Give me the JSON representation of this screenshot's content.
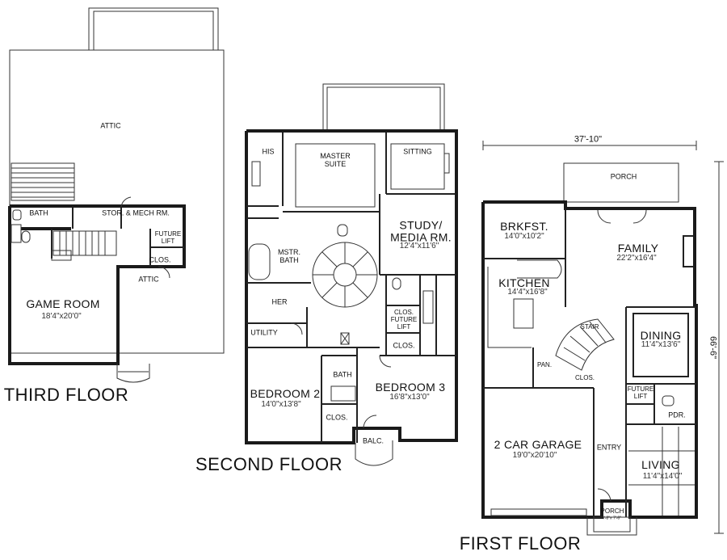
{
  "floors": {
    "third": {
      "title": "THIRD FLOOR",
      "rooms": {
        "attic_main": "ATTIC",
        "bath": "BATH",
        "stor_mech": "STOR. & MECH RM.",
        "future_lift": "FUTURE\nLIFT",
        "clos": "CLOS.",
        "attic_small": "ATTIC",
        "game_room": {
          "name": "GAME ROOM",
          "dims": "18'4\"x20'0\""
        }
      }
    },
    "second": {
      "title": "SECOND FLOOR",
      "rooms": {
        "his": "HIS",
        "master_suite": "MASTER\nSUITE",
        "sitting": "SITTING",
        "study": {
          "name": "STUDY/\nMEDIA RM.",
          "dims": "12'4\"x11'6\""
        },
        "mstr_bath": "MSTR.\nBATH",
        "her": "HER",
        "utility": "UTILITY",
        "clos_future": "CLOS.\nFUTURE\nLIFT",
        "clos_a": "CLOS.",
        "bath": "BATH",
        "bedroom2": {
          "name": "BEDROOM 2",
          "dims": "14'0\"x13'8\""
        },
        "bedroom3": {
          "name": "BEDROOM 3",
          "dims": "16'8\"x13'0\""
        },
        "clos_b": "CLOS.",
        "balc": "BALC."
      }
    },
    "first": {
      "title": "FIRST FLOOR",
      "width_dim": "37'-10\"",
      "depth_dim": "66'-6\"",
      "rooms": {
        "porch_rear": "PORCH",
        "brkfst": {
          "name": "BRKFST.",
          "dims": "14'0\"x10'2\""
        },
        "family": {
          "name": "FAMILY",
          "dims": "22'2\"x16'4\""
        },
        "kitchen": {
          "name": "KITCHEN",
          "dims": "14'4\"x16'8\""
        },
        "stair": "STAIR",
        "dining": {
          "name": "DINING",
          "dims": "11'4\"x13'6\""
        },
        "pan": "PAN.",
        "clos": "CLOS.",
        "future_lift": "FUTURE\nLIFT",
        "pdr": "PDR.",
        "garage": {
          "name": "2 CAR GARAGE",
          "dims": "19'0\"x20'10\""
        },
        "entry": "ENTRY",
        "living": {
          "name": "LIVING",
          "dims": "11'4\"x14'0\""
        },
        "porch_front": {
          "name": "PORCH",
          "dims": "4'-8\"x 7'-6\""
        }
      }
    }
  }
}
